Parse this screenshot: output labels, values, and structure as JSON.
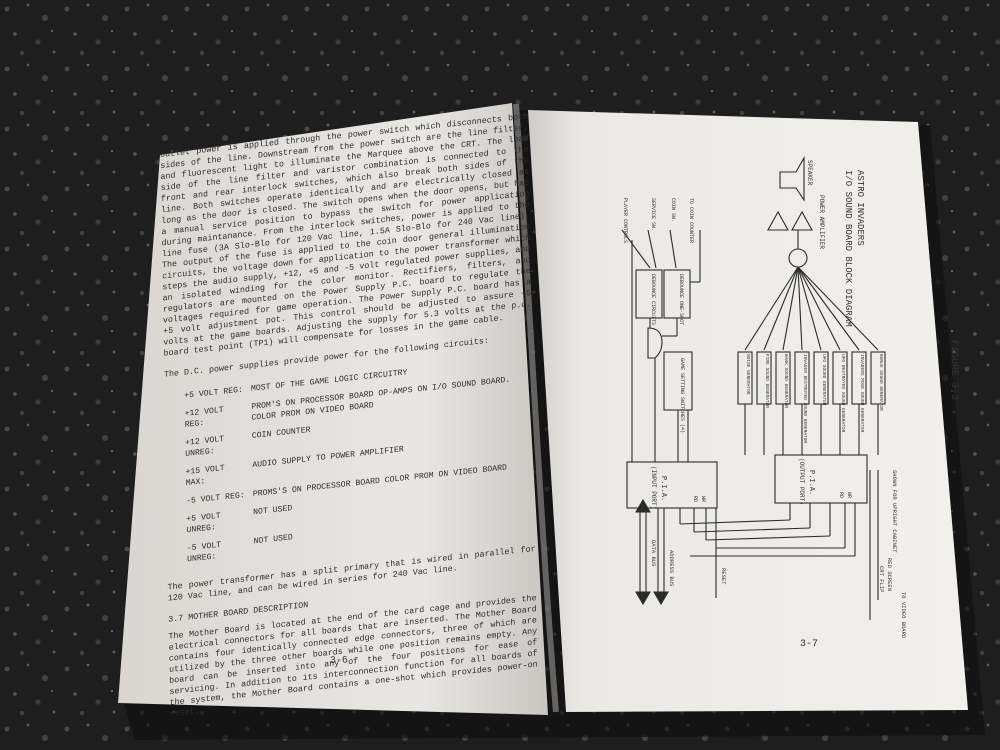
{
  "left_page": {
    "paragraph1": "outlet power is applied through the power switch which disconnects both sides of the line. Downstream from the power switch are the line filter, and fluorescent light to illuminate the Marquee above the CRT. The load side of the line filter and varistor combination is connected to the front and rear interlock switches, which also break both sides of the line. Both switches operate identically and are electrically closed as long as the door is closed. The switch opens when the door opens, but has a manual service position to bypass the switch for power application during maintanance. From the interlock switches, power is applied to the line fuse (3A Slo-Blo for 120 Vac line, 1.5A Slo-Blo for 240 Vac line). The output of the fuse is applied to the coin door general illumination circuits, the voltage down for application to the power transformer which steps the audio supply, +12, +5 and -5 volt regulated power supplies, and an isolated winding for the color monitor. Rectifiers, filters, and regulators are mounted on the Power Supply P.C. board to regulate the voltages required for game operation. The Power Supply P.C. board has a +5 volt adjustment pot. This control should be adjusted to assure +5 volts at the game boards. Adjusting the supply for 5.3 volts at the p.c. board test point (TP1) will compensate for losses in the game cable.",
    "supplies_intro": "The D.C. power supplies provide power for the following circuits:",
    "supplies": [
      {
        "reg": "+5 VOLT REG:",
        "use": "MOST OF THE GAME LOGIC CIRCUITRY"
      },
      {
        "reg": "+12 VOLT REG:",
        "use": "PROM'S ON PROCESSOR BOARD OP-AMPS ON I/O SOUND BOARD. COLOR PROM ON VIDEO BOARD"
      },
      {
        "reg": "+12 VOLT UNREG:",
        "use": "COIN COUNTER"
      },
      {
        "reg": "+15 VOLT MAX:",
        "use": "AUDIO SUPPLY TO POWER AMPLIFIER"
      },
      {
        "reg": "-5 VOLT REG:",
        "use": "PROMS'S ON PROCESSOR BOARD COLOR PROM ON VIDEO BOARD"
      },
      {
        "reg": "+5 VOLT UNREG:",
        "use": "NOT USED"
      },
      {
        "reg": "-5 VOLT UNREG:",
        "use": "NOT USED"
      }
    ],
    "paragraph2": "The power transformer has a split primary that is wired in parallel for 120 Vac line, and can be wired in series for 240 Vac line.",
    "section_heading": "3.7 MOTHER BOARD DESCRIPTION",
    "paragraph3": "The Mother Board is located at the end of the card cage and provides the electrical connectors for all boards that are inserted. The Mother Board contains four identically connected edge connectors, three of which are utilized by the three other boards while one position remains empty. Any board can be inserted into any of the four positions for ease of servicing. In addition to its interconnection function for all boards of the system, the Mother Board contains a one-shot which provides power-on reset.",
    "page_number": "3-6"
  },
  "right_page": {
    "page_number": "3-7",
    "figure_label": "FIGURE 3-3",
    "diagram_title": "I/O SOUND BOARD BLOCK DIAGRAM",
    "diagram_subtitle": "ASTRO INVADERS",
    "speaker": "SPEAKER",
    "power_amp": "POWER AMPLIFIER",
    "inputs": [
      "PLAYER CONTROLS",
      "SERVICE SW.",
      "COIN SW.",
      "TO COIN COUNTER"
    ],
    "blocks_left": [
      "DEBOUNCE CIRCUITS",
      "DEBOUNCE ONE-SHOT",
      "GAME SETTING SWITCHES (4)"
    ],
    "generators": [
      "NOISE GENERATOR",
      "FIRE SOUND GENERATOR",
      "BANK SOUND GENERATOR",
      "INVADER DESTROYED SOUND GENERATOR",
      "UFO SOUND GENERATOR",
      "UFO DESTROYED SOUND GENERATOR",
      "INVADERS MOVE SOUND GENERATOR",
      "BONUS SOUND GENERATOR"
    ],
    "pia_input": {
      "title": "P.I.A.",
      "sub": "(INPUT PORT)",
      "pins": [
        "RD",
        "WR"
      ]
    },
    "pia_output": {
      "title": "P.I.A.",
      "sub": "(OUTPUT PORT)",
      "pins": [
        "RD",
        "WR"
      ]
    },
    "buses": [
      "DATA BUS",
      "ADDRESS BUS",
      "RESET"
    ],
    "cabinet": [
      "SHOWN FOR UPRIGHT CABINET"
    ],
    "video": [
      "TO VIDEO BOARD",
      "RED SCREEN",
      "CRT FLIP"
    ]
  },
  "colors": {
    "paper": "#eeecea",
    "ink": "#2d2d2d",
    "granite": "#1e1e1f"
  }
}
